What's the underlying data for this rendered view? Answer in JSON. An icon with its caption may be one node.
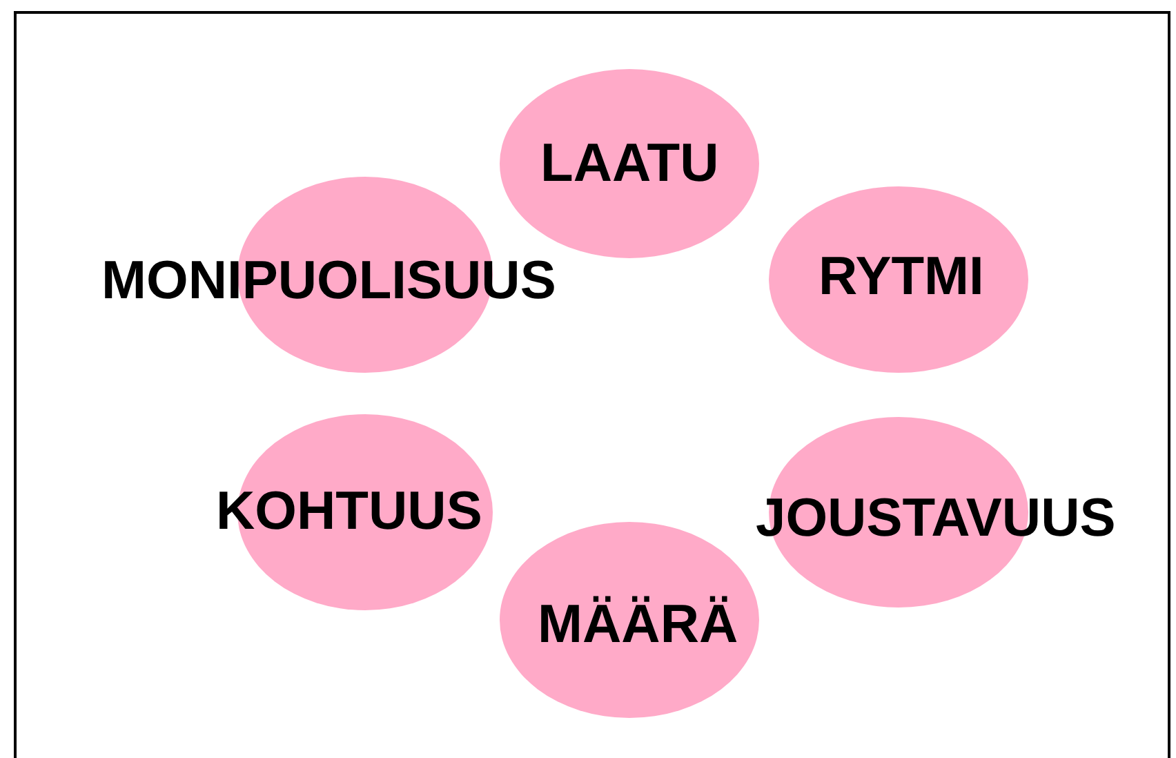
{
  "diagram": {
    "nodes": [
      {
        "text": [
          "LAATU"
        ]
      },
      {
        "text": [
          "MONIPUOLISUUS"
        ]
      },
      {
        "text": [
          "RYTMI"
        ]
      },
      {
        "text": [
          "KOHTUUS"
        ]
      },
      {
        "text": [
          "JOUSTAVUUS"
        ]
      },
      {
        "text": [
          "MÄÄRÄ"
        ]
      }
    ]
  }
}
